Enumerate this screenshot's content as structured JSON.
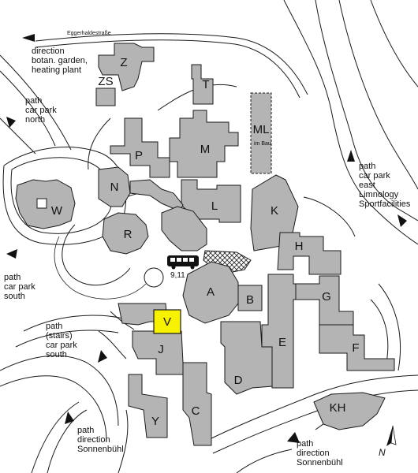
{
  "street_label": "Eggerhaldestraße",
  "ml_sublabel": "im Bau",
  "bus_lines": "9,11",
  "compass_label": "N",
  "highlight_color": "#f7f200",
  "building_color": "#b4b4b4",
  "buildings": {
    "Z": "Z",
    "ZS": "ZS",
    "T": "T",
    "ML": "ML",
    "M": "M",
    "P": "P",
    "N": "N",
    "W": "W",
    "L": "L",
    "K": "K",
    "R": "R",
    "H": "H",
    "A": "A",
    "B": "B",
    "G": "G",
    "V": "V",
    "E": "E",
    "F": "F",
    "J": "J",
    "D": "D",
    "KH": "KH",
    "Y": "Y",
    "C": "C"
  },
  "notes": {
    "botan": [
      "direction",
      "botan. garden,",
      "heating plant"
    ],
    "north": [
      "path",
      "car park",
      "north"
    ],
    "east": [
      "path",
      "car park",
      "east",
      "Limnology",
      "Sportfacilities"
    ],
    "south": [
      "path",
      "car park",
      "south"
    ],
    "stairs": [
      "path",
      "(stairs)",
      "car park",
      "south"
    ],
    "sonnen_left": [
      "path",
      "direction",
      "Sonnenbühl"
    ],
    "sonnen_right": [
      "path",
      "direction",
      "Sonnenbühl"
    ]
  }
}
